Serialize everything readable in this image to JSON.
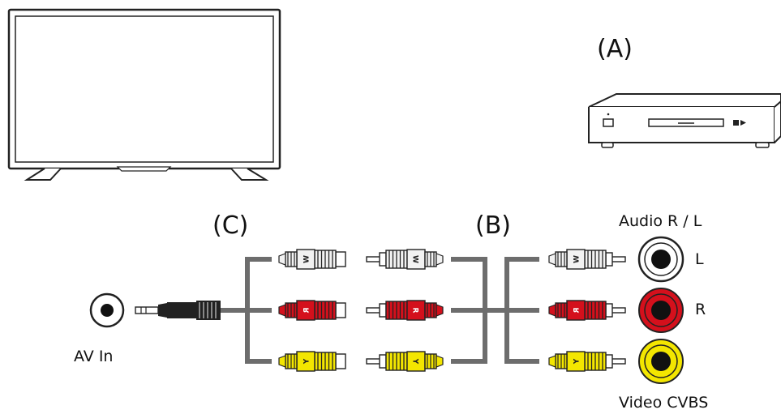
{
  "labels": {
    "device_a": "(A)",
    "cable_b": "(B)",
    "cable_c": "(C)",
    "av_in": "AV In",
    "audio_rl": "Audio R / L",
    "jack_l": "L",
    "jack_r": "R",
    "video_cvbs": "Video CVBS"
  },
  "plugs": {
    "white": "W",
    "red": "R",
    "yellow": "Y"
  },
  "colors": {
    "white_plug": "#f2f2f2",
    "red_plug": "#d4101c",
    "yellow_plug": "#f3e600",
    "cable": "#6d6d6d",
    "outline": "#222222"
  }
}
